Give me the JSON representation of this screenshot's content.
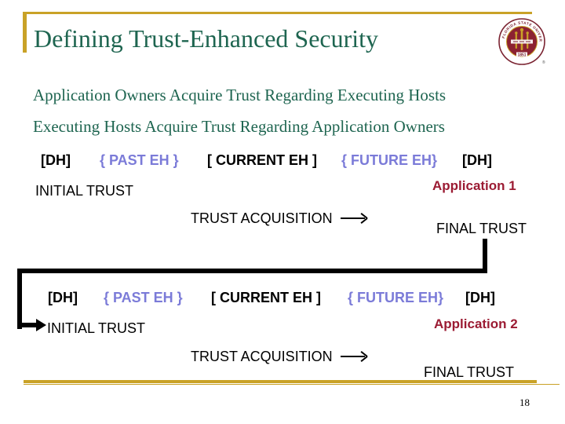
{
  "slide": {
    "title": "Defining Trust-Enhanced Security",
    "intro_lines": [
      "Application Owners Acquire Trust Regarding Executing Hosts",
      "Executing Hosts Acquire Trust Regarding Application Owners"
    ],
    "logo": {
      "name": "florida-state-university-seal",
      "ring_text": "FLORIDA STATE UNIVERSITY",
      "year": "1851",
      "registered_mark": "®"
    },
    "colors": {
      "gold": "#C9A227",
      "title_green": "#1E6550",
      "periwinkle_blue": "#7B7BD8",
      "garnet_red": "#9B1B33",
      "line_black": "#000000"
    },
    "blocks": [
      {
        "timeline": {
          "dh_left": "[DH]",
          "past": "{ PAST EH }",
          "current": "[ CURRENT EH ]",
          "future": "{ FUTURE EH}",
          "dh_right": "[DH]"
        },
        "initial_trust": "INITIAL TRUST",
        "application": "Application 1",
        "trust_acquisition": "TRUST ACQUISITION",
        "final_trust": "FINAL TRUST"
      },
      {
        "timeline": {
          "dh_left": "[DH]",
          "past": "{ PAST EH }",
          "current": "[ CURRENT EH ]",
          "future": "{ FUTURE EH}",
          "dh_right": "[DH]"
        },
        "initial_trust": "INITIAL TRUST",
        "application": "Application 2",
        "trust_acquisition": "TRUST ACQUISITION",
        "final_trust": "FINAL TRUST"
      }
    ],
    "page_number": "18"
  }
}
